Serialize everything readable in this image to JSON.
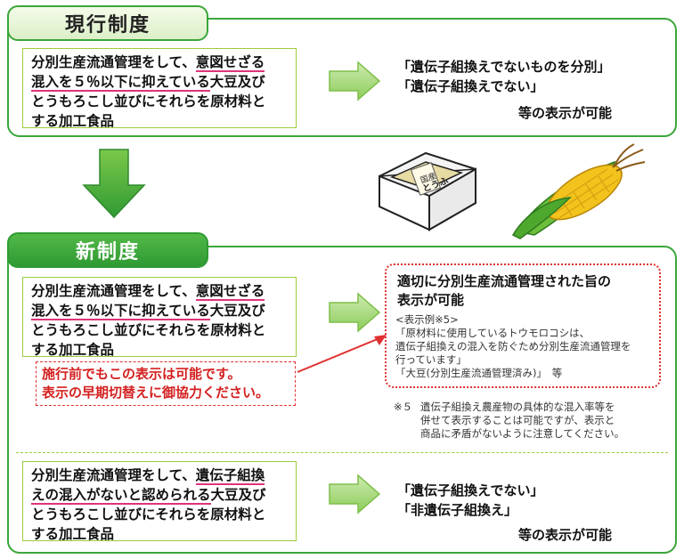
{
  "old": {
    "tab_label": "現行制度",
    "condition": {
      "line1_pre": "分別生産流通管理をして、",
      "line1_ul": "意図せざる",
      "line2_ul": "混入を５％以下に抑えている",
      "line2_post": "大豆及び",
      "line3": "とうもろこし並びにそれらを原材料と",
      "line4": "する加工食品"
    },
    "result": {
      "line1": "「遺伝子組換えでないものを分別」",
      "line2": "「遺伝子組換えでない」",
      "suffix": "等の表示が可能"
    }
  },
  "new": {
    "tab_label": "新制度",
    "upper": {
      "condition": {
        "line1_pre": "分別生産流通管理をして、",
        "line1_ul": "意図せざる",
        "line2_ul": "混入を５％以下に抑えている",
        "line2_post": "大豆及び",
        "line3": "とうもろこし並びにそれらを原材料と",
        "line4": "する加工食品"
      },
      "result": {
        "title1": "適切に分別生産流通管理された旨の",
        "title2": "表示が可能",
        "example_label": "<表示例※5>",
        "example1": "「原材料に使用しているトウモロコシは、",
        "example2": "遺伝子組換えの混入を防ぐため分別生産流通管理を",
        "example3": "行っています」",
        "example4": "「大豆(分別生産流通管理済み)」　等"
      },
      "notice": {
        "line1": "施行前でもこの表示は可能です。",
        "line2": "表示の早期切替えに御協力ください。"
      },
      "footnote": {
        "mark": "※５",
        "line1": "遺伝子組換え農産物の具体的な混入率等を",
        "line2": "併せて表示することは可能ですが、表示と",
        "line3": "商品に矛盾がないように注意してください。"
      }
    },
    "lower": {
      "condition": {
        "line1_pre": "分別生産流通管理をして、",
        "line1_ul": "遺伝子組換",
        "line2_ul": "えの混入がないと認められる",
        "line2_post": "大豆及び",
        "line3": "とうもろこし並びにそれらを原材料と",
        "line4": "する加工食品"
      },
      "result": {
        "line1": "「遺伝子組換えでない」",
        "line2": "「非遺伝子組換え」",
        "suffix": "等の表示が可能"
      }
    }
  },
  "tofu_label": "国産大豆 とうふ",
  "colors": {
    "green": "#3aa63a",
    "light_green": "#9ccc3c",
    "red": "#e03030",
    "underline": "#e0327a"
  }
}
